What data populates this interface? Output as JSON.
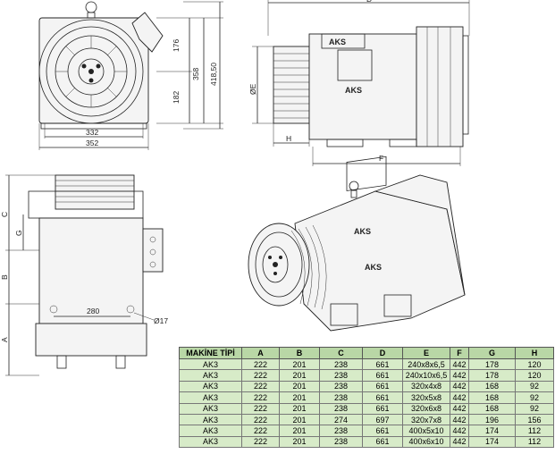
{
  "front_view": {
    "dims": {
      "height_top": "176",
      "height_bottom": "182",
      "height_body": "358",
      "height_total": "418,50",
      "width_inner": "332",
      "width_outer": "352"
    }
  },
  "side_view": {
    "labels": {
      "top": "D",
      "diameter": "ØE",
      "sheave": "H",
      "length": "F"
    }
  },
  "bottom_view": {
    "labels": {
      "c": "C",
      "g": "G",
      "b": "B",
      "a": "A",
      "spacing": "280",
      "hole": "Ø17"
    }
  },
  "logo_text": "AKS",
  "table": {
    "headers": [
      "MAKİNE TİPİ",
      "A",
      "B",
      "C",
      "D",
      "E",
      "F",
      "G",
      "H"
    ],
    "rows": [
      [
        "AK3",
        "222",
        "201",
        "238",
        "661",
        "240x8x6,5",
        "442",
        "178",
        "120"
      ],
      [
        "AK3",
        "222",
        "201",
        "238",
        "661",
        "240x10x6,5",
        "442",
        "178",
        "120"
      ],
      [
        "AK3",
        "222",
        "201",
        "238",
        "661",
        "320x4x8",
        "442",
        "168",
        "92"
      ],
      [
        "AK3",
        "222",
        "201",
        "238",
        "661",
        "320x5x8",
        "442",
        "168",
        "92"
      ],
      [
        "AK3",
        "222",
        "201",
        "238",
        "661",
        "320x6x8",
        "442",
        "168",
        "92"
      ],
      [
        "AK3",
        "222",
        "201",
        "274",
        "697",
        "320x7x8",
        "442",
        "196",
        "156"
      ],
      [
        "AK3",
        "222",
        "201",
        "238",
        "661",
        "400x5x10",
        "442",
        "174",
        "112"
      ],
      [
        "AK3",
        "222",
        "201",
        "238",
        "661",
        "400x6x10",
        "442",
        "174",
        "112"
      ]
    ]
  }
}
